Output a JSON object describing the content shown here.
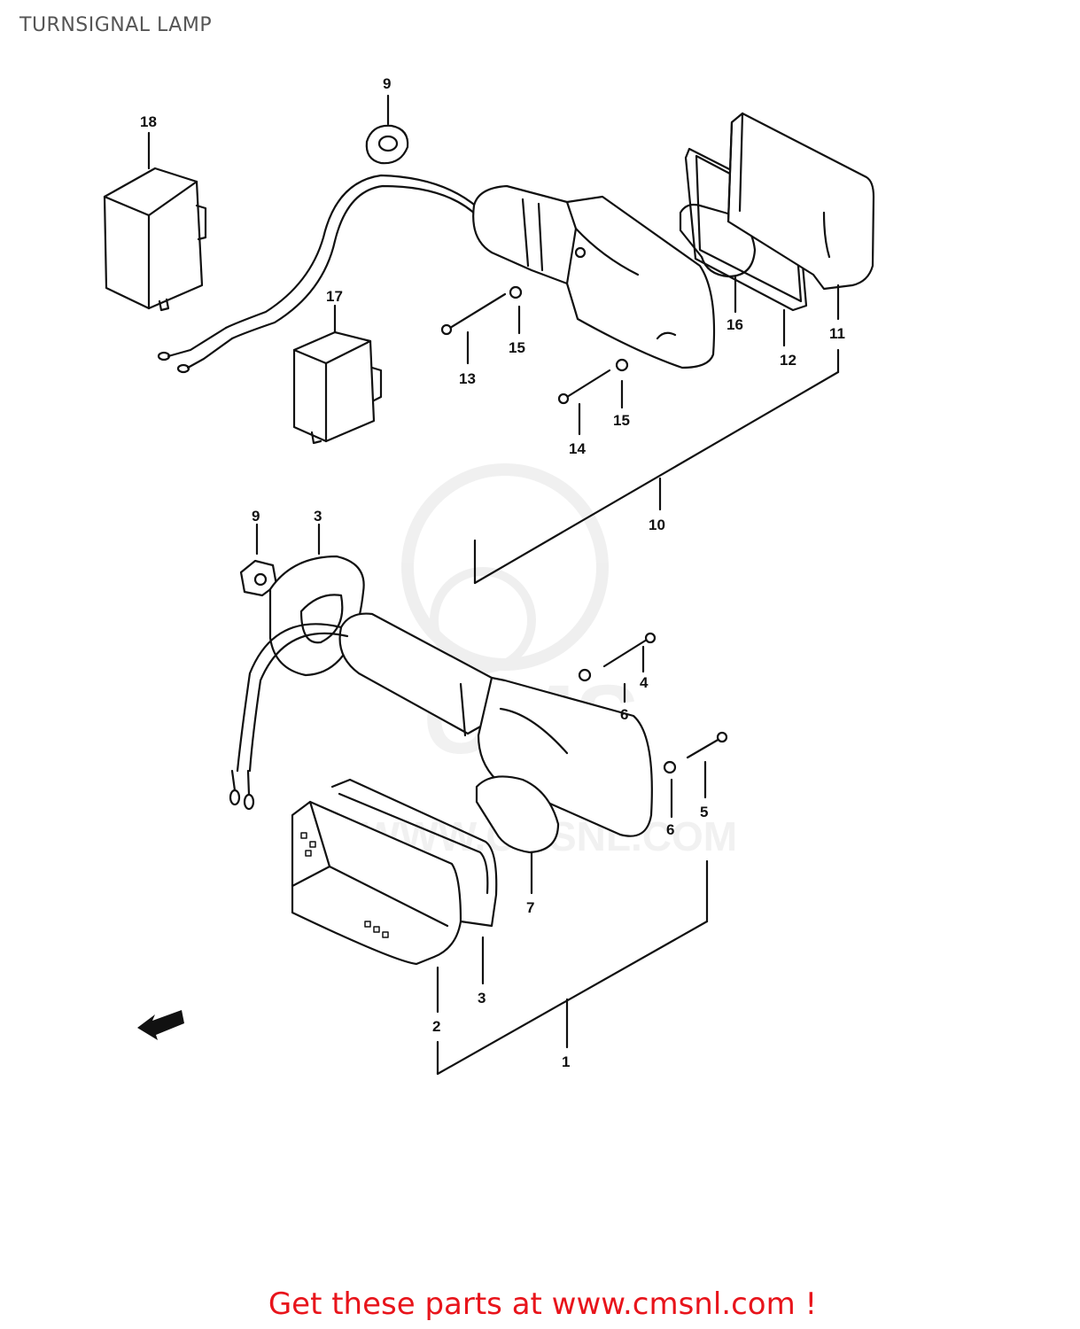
{
  "title": "TURNSIGNAL LAMP",
  "watermark": {
    "text": "WWW.CMSNL.COM",
    "brand": "CMS",
    "color": "#e9e9e9"
  },
  "callouts": [
    {
      "id": "18",
      "label": "18"
    },
    {
      "id": "9a",
      "label": "9"
    },
    {
      "id": "17",
      "label": "17"
    },
    {
      "id": "13",
      "label": "13"
    },
    {
      "id": "15a",
      "label": "15"
    },
    {
      "id": "16",
      "label": "16"
    },
    {
      "id": "12",
      "label": "12"
    },
    {
      "id": "11",
      "label": "11"
    },
    {
      "id": "14",
      "label": "14"
    },
    {
      "id": "15b",
      "label": "15"
    },
    {
      "id": "10",
      "label": "10"
    },
    {
      "id": "9b",
      "label": "9"
    },
    {
      "id": "3a",
      "label": "3"
    },
    {
      "id": "4",
      "label": "4"
    },
    {
      "id": "6a",
      "label": "6"
    },
    {
      "id": "5",
      "label": "5"
    },
    {
      "id": "6b",
      "label": "6"
    },
    {
      "id": "7",
      "label": "7"
    },
    {
      "id": "3b",
      "label": "3"
    },
    {
      "id": "2",
      "label": "2"
    },
    {
      "id": "1",
      "label": "1"
    }
  ],
  "footer": {
    "text": "Get these parts at www.cmsnl.com !",
    "color": "#e8141b"
  },
  "icons": {
    "front_arrow": "front-direction-arrow-icon"
  }
}
